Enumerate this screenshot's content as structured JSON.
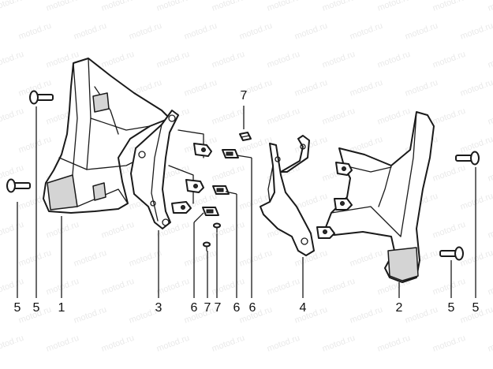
{
  "watermark": {
    "text": "motod.ru"
  },
  "callouts": [
    {
      "id": "c5a",
      "label": "5"
    },
    {
      "id": "c5b",
      "label": "5"
    },
    {
      "id": "c1",
      "label": "1"
    },
    {
      "id": "c3",
      "label": "3"
    },
    {
      "id": "c6a",
      "label": "6"
    },
    {
      "id": "c7a",
      "label": "7"
    },
    {
      "id": "c7b",
      "label": "7"
    },
    {
      "id": "c6b",
      "label": "6"
    },
    {
      "id": "c6c",
      "label": "6"
    },
    {
      "id": "c4",
      "label": "4"
    },
    {
      "id": "c2",
      "label": "2"
    },
    {
      "id": "c5c",
      "label": "5"
    },
    {
      "id": "c5d",
      "label": "5"
    },
    {
      "id": "c7top",
      "label": "7"
    }
  ]
}
